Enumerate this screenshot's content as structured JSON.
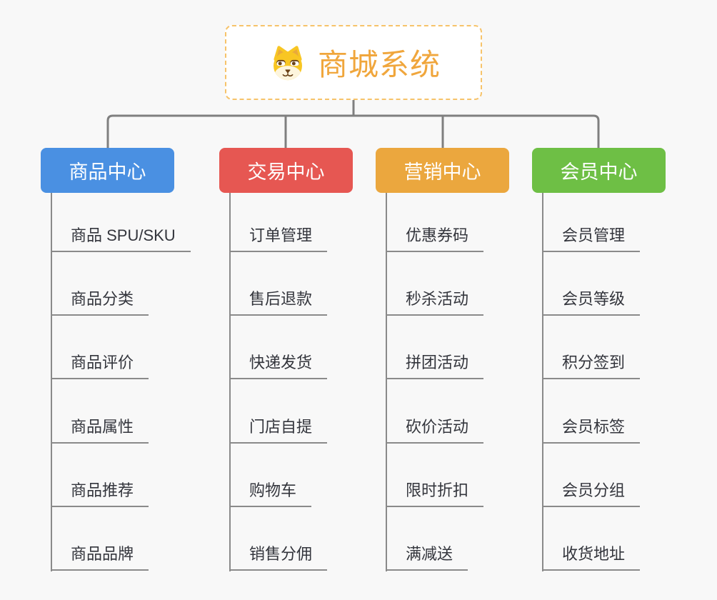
{
  "page": {
    "background": "#f8f8f8",
    "connector_color": "#7f7f7f"
  },
  "root": {
    "title": "商城系统",
    "title_color": "#f0a63c",
    "border_color": "#f6c36a",
    "icon": "dog-face-icon"
  },
  "branches": [
    {
      "label": "商品中心",
      "color": "#4a90e2",
      "children": [
        "商品 SPU/SKU",
        "商品分类",
        "商品评价",
        "商品属性",
        "商品推荐",
        "商品品牌"
      ]
    },
    {
      "label": "交易中心",
      "color": "#e65752",
      "children": [
        "订单管理",
        "售后退款",
        "快递发货",
        "门店自提",
        "购物车",
        "销售分佣"
      ]
    },
    {
      "label": "营销中心",
      "color": "#eba73e",
      "children": [
        "优惠券码",
        "秒杀活动",
        "拼团活动",
        "砍价活动",
        "限时折扣",
        "满减送"
      ]
    },
    {
      "label": "会员中心",
      "color": "#6ebf45",
      "children": [
        "会员管理",
        "会员等级",
        "积分签到",
        "会员标签",
        "会员分组",
        "收货地址"
      ]
    }
  ]
}
